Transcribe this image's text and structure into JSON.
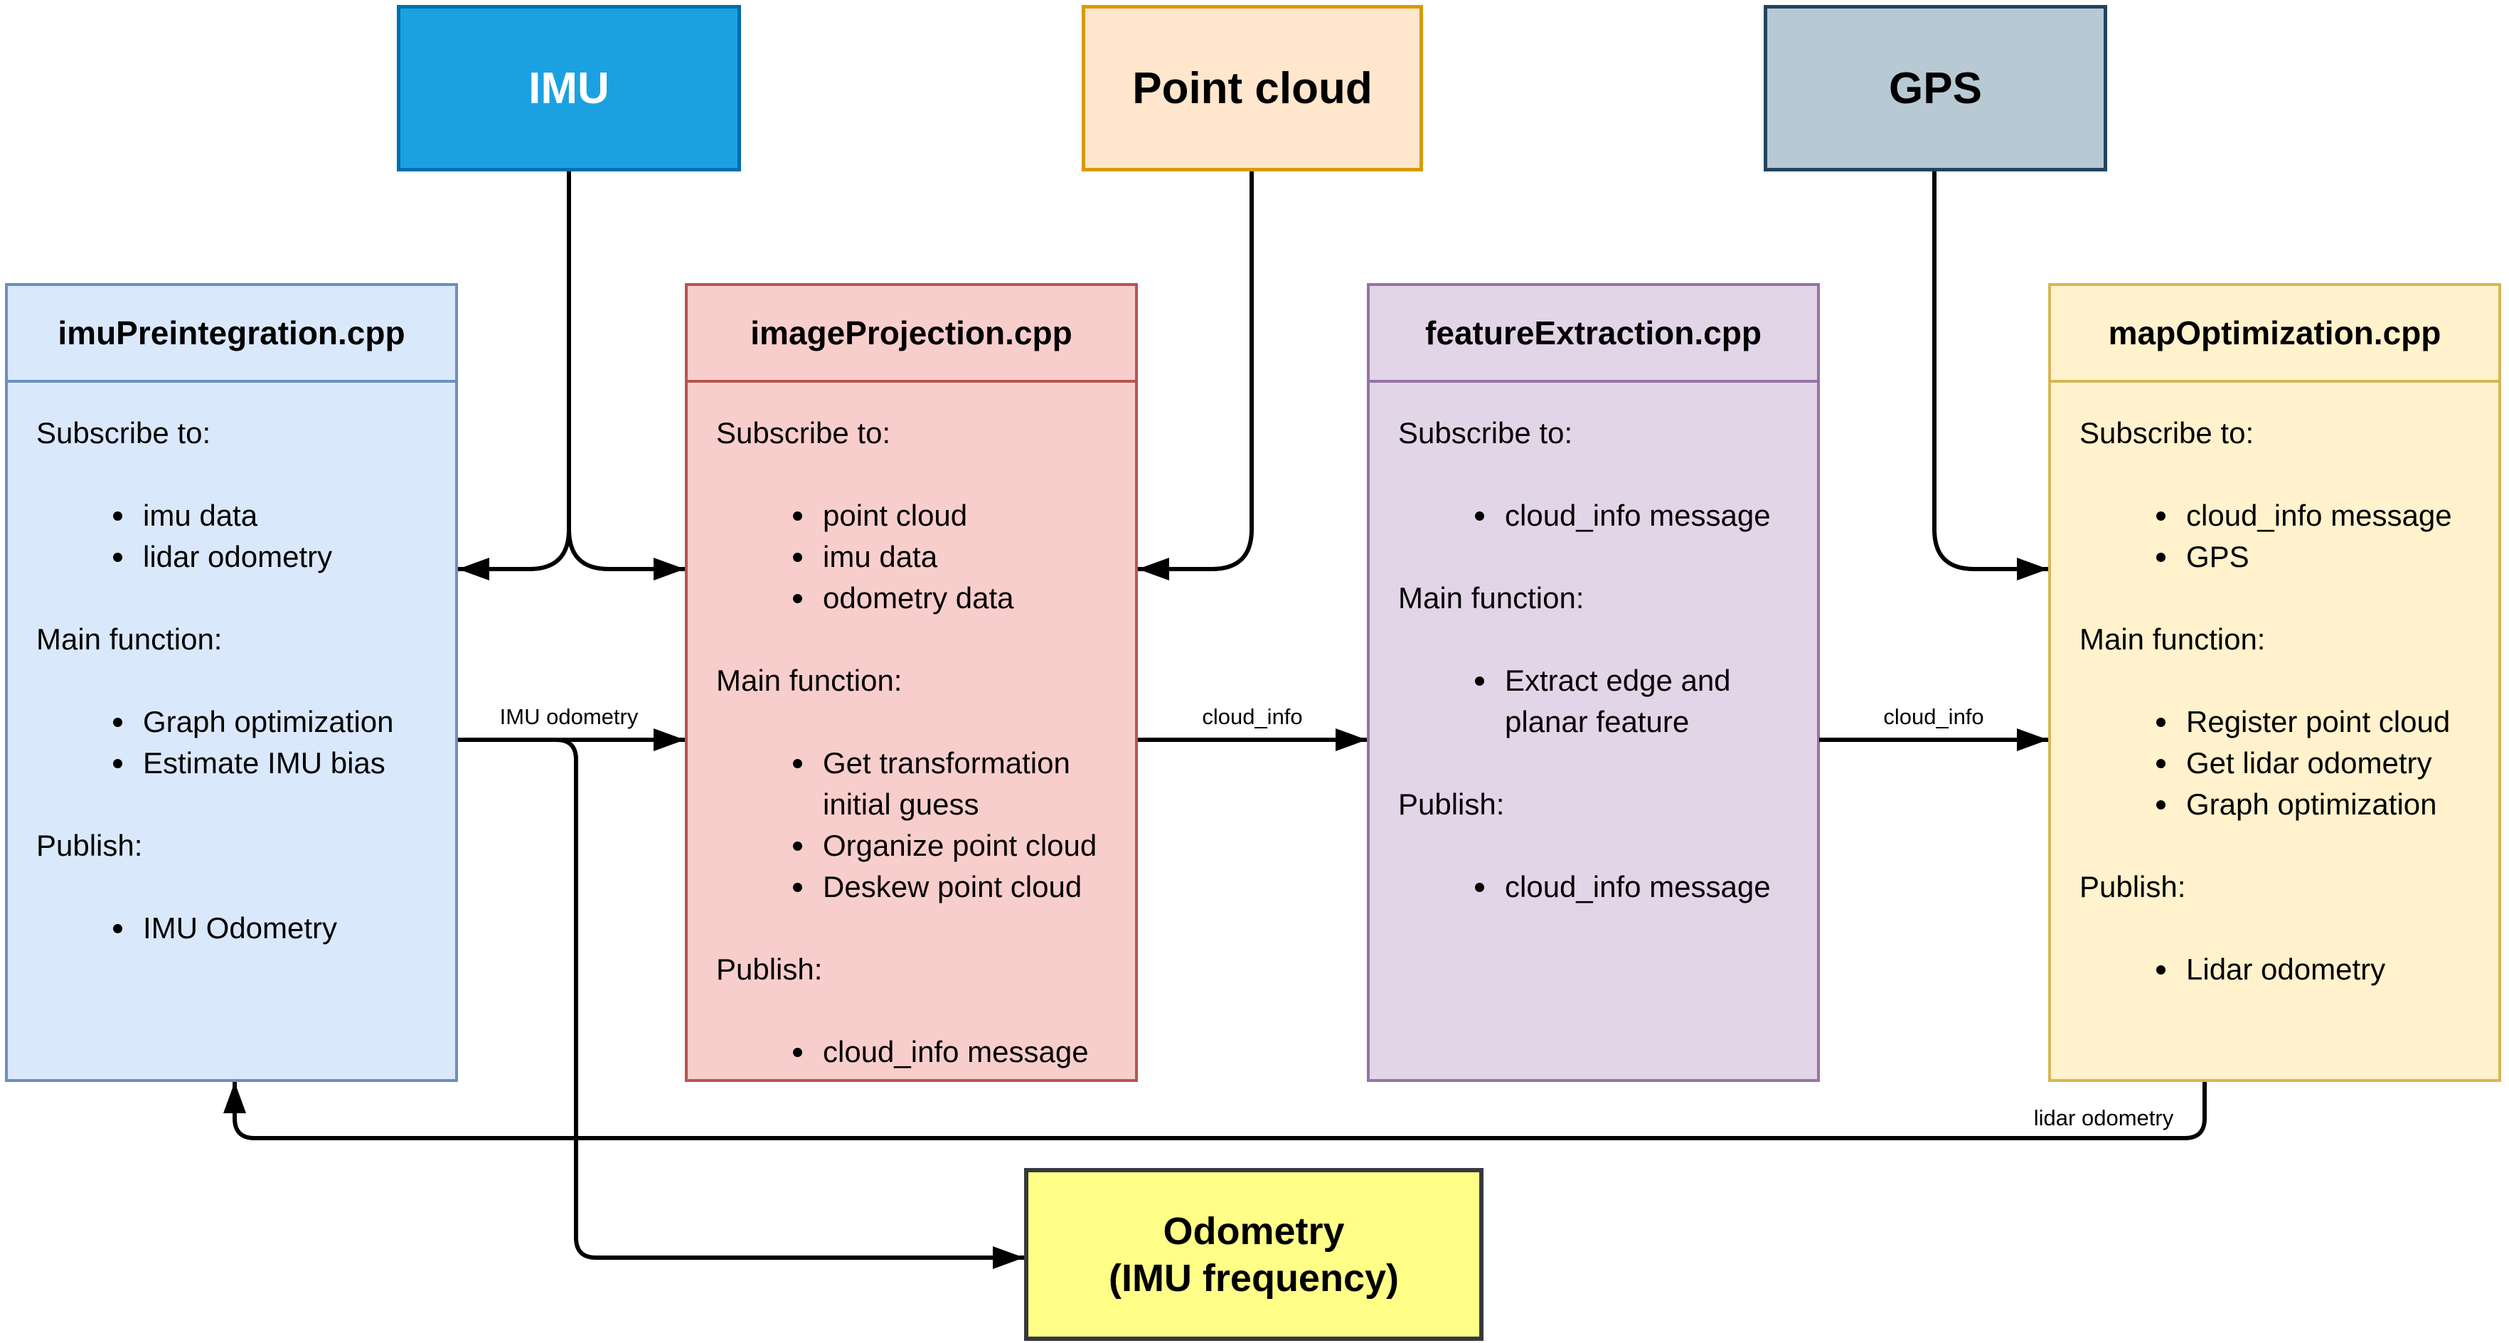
{
  "diagram": {
    "sources": [
      {
        "label": "IMU",
        "fill": "#1BA1E2",
        "border": "#006EAF",
        "text_color": "#FFFFFF"
      },
      {
        "label": "Point cloud",
        "fill": "#FFE6CC",
        "border": "#D79B00",
        "text_color": "#000000"
      },
      {
        "label": "GPS",
        "fill": "#B7C9D3",
        "border": "#23445D",
        "text_color": "#000000"
      }
    ],
    "modules": [
      {
        "title": "imuPreintegration.cpp",
        "fill": "#DAE8FC",
        "border": "#6C8EBF",
        "sections": [
          {
            "label": "Subscribe to:",
            "items": [
              "imu data",
              "lidar odometry"
            ]
          },
          {
            "label": "Main function:",
            "items": [
              "Graph optimization",
              "Estimate IMU bias"
            ]
          },
          {
            "label": "Publish:",
            "items": [
              "IMU Odometry"
            ]
          }
        ]
      },
      {
        "title": "imageProjection.cpp",
        "fill": "#F8CECC",
        "border": "#B85450",
        "sections": [
          {
            "label": "Subscribe to:",
            "items": [
              "point cloud",
              "imu data",
              "odometry data"
            ]
          },
          {
            "label": "Main function:",
            "items": [
              "Get transformation initial guess",
              "Organize point cloud",
              "Deskew point cloud"
            ]
          },
          {
            "label": "Publish:",
            "items": [
              "cloud_info message"
            ]
          }
        ]
      },
      {
        "title": "featureExtraction.cpp",
        "fill": "#E1D5E7",
        "border": "#9673A6",
        "sections": [
          {
            "label": "Subscribe to:",
            "items": [
              "cloud_info message"
            ]
          },
          {
            "label": "Main function:",
            "items": [
              "Extract edge and planar feature"
            ]
          },
          {
            "label": "Publish:",
            "items": [
              "cloud_info message"
            ]
          }
        ]
      },
      {
        "title": "mapOptimization.cpp",
        "fill": "#FFF2CC",
        "border": "#D6B656",
        "sections": [
          {
            "label": "Subscribe to:",
            "items": [
              "cloud_info message",
              "GPS"
            ]
          },
          {
            "label": "Main function:",
            "items": [
              "Register point cloud",
              "Get lidar odometry",
              "Graph optimization"
            ]
          },
          {
            "label": "Publish:",
            "items": [
              "Lidar odometry"
            ]
          }
        ]
      }
    ],
    "output": {
      "line1": "Odometry",
      "line2": "(IMU frequency)",
      "fill": "#FFFF88",
      "border": "#36393D"
    },
    "edge_labels": {
      "imu_odometry": "IMU odometry",
      "cloud_info_1": "cloud_info",
      "cloud_info_2": "cloud_info",
      "lidar_odometry": "lidar odometry"
    },
    "edge_color": "#000000"
  }
}
